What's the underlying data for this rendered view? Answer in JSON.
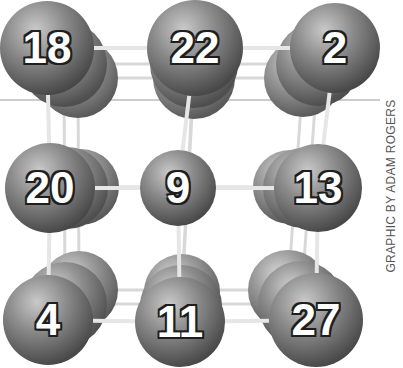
{
  "diagram": {
    "nodes": [
      {
        "text": [
          "18"
        ]
      },
      {
        "text": [
          "22"
        ]
      },
      {
        "text": [
          "2"
        ]
      },
      {
        "text": [
          "20"
        ]
      },
      {
        "text": [
          "9"
        ]
      },
      {
        "text": [
          "13"
        ]
      },
      {
        "text": [
          "4"
        ]
      },
      {
        "text": [
          "11"
        ]
      },
      {
        "text": [
          "27"
        ]
      }
    ],
    "edges": [
      {
        "from": 0,
        "to": 1,
        "arrow": "none"
      },
      {
        "from": 1,
        "to": 2,
        "arrow": "none"
      },
      {
        "from": 3,
        "to": 4,
        "arrow": "none"
      },
      {
        "from": 4,
        "to": 5,
        "arrow": "none"
      },
      {
        "from": 6,
        "to": 7,
        "arrow": "none"
      },
      {
        "from": 7,
        "to": 8,
        "arrow": "none"
      },
      {
        "from": 0,
        "to": 3,
        "arrow": "none"
      },
      {
        "from": 3,
        "to": 6,
        "arrow": "none"
      },
      {
        "from": 1,
        "to": 4,
        "arrow": "none"
      },
      {
        "from": 4,
        "to": 7,
        "arrow": "none"
      },
      {
        "from": 2,
        "to": 5,
        "arrow": "none"
      },
      {
        "from": 5,
        "to": 8,
        "arrow": "none"
      }
    ],
    "labels": [
      "GRAPHIC BY ADAM ROGERS"
    ]
  }
}
